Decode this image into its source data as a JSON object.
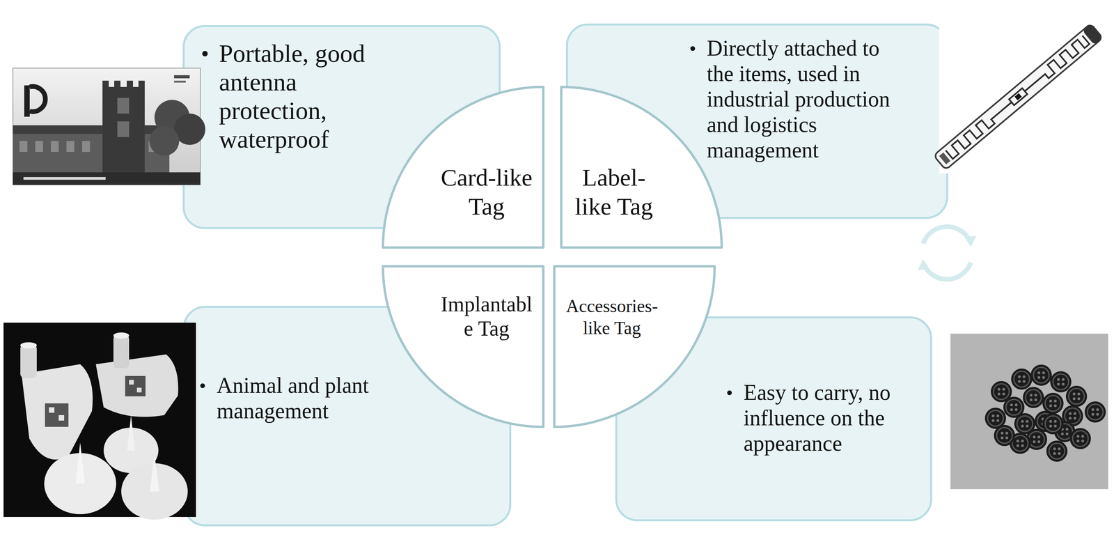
{
  "diagram": {
    "nodes": [
      {
        "text": [
          "Portable, good antenna protection, waterproof"
        ]
      },
      {
        "text": [
          "Card-like Tag"
        ]
      },
      {
        "text": [
          "Label-like Tag"
        ]
      },
      {
        "text": [
          "Directly attached to the items, used in industrial production and logistics management"
        ]
      },
      {
        "text": [
          "Animal and plant management"
        ]
      },
      {
        "text": [
          "Implantabl e Tag"
        ]
      },
      {
        "text": [
          "Accessories-like Tag"
        ]
      },
      {
        "text": [
          "Easy to carry, no influence on the appearance"
        ]
      }
    ]
  }
}
